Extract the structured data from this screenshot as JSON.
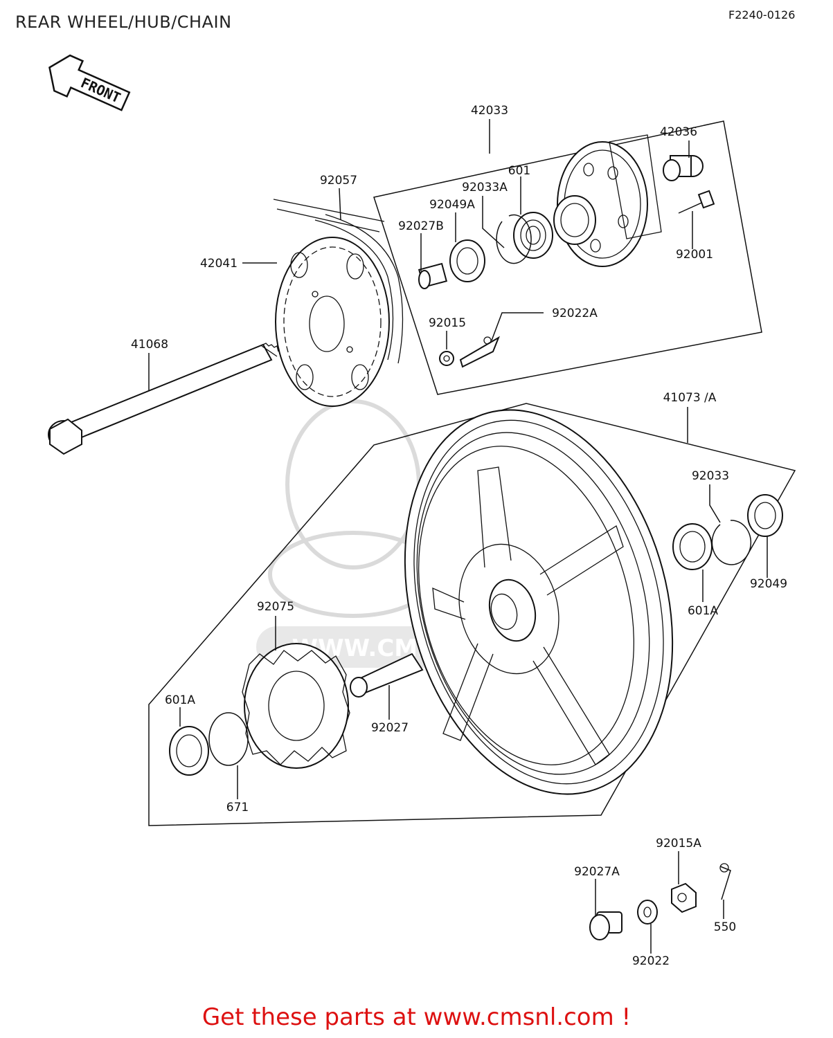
{
  "header": {
    "title": "REAR WHEEL/HUB/CHAIN",
    "figure_code": "F2240-0126"
  },
  "front_arrow": "FRONT",
  "parts": [
    {
      "id": "42033",
      "label": "42033"
    },
    {
      "id": "42036",
      "label": "42036"
    },
    {
      "id": "601",
      "label": "601"
    },
    {
      "id": "92033A",
      "label": "92033A"
    },
    {
      "id": "92057",
      "label": "92057"
    },
    {
      "id": "92049A",
      "label": "92049A"
    },
    {
      "id": "92027B",
      "label": "92027B"
    },
    {
      "id": "92001",
      "label": "92001"
    },
    {
      "id": "42041",
      "label": "42041"
    },
    {
      "id": "92015",
      "label": "92015"
    },
    {
      "id": "92022A",
      "label": "92022A"
    },
    {
      "id": "41068",
      "label": "41068"
    },
    {
      "id": "41073A",
      "label": "41073 /A"
    },
    {
      "id": "92033",
      "label": "92033"
    },
    {
      "id": "92049",
      "label": "92049"
    },
    {
      "id": "601A-right",
      "label": "601A"
    },
    {
      "id": "92075",
      "label": "92075"
    },
    {
      "id": "601A-left",
      "label": "601A"
    },
    {
      "id": "92027",
      "label": "92027"
    },
    {
      "id": "671",
      "label": "671"
    },
    {
      "id": "92015A",
      "label": "92015A"
    },
    {
      "id": "92027A",
      "label": "92027A"
    },
    {
      "id": "550",
      "label": "550"
    },
    {
      "id": "92022",
      "label": "92022"
    }
  ],
  "watermark": "WWW.CMSNL.COM",
  "footer": {
    "link_text": "Get these parts at www.cmsnl.com !"
  },
  "colors": {
    "line": "#111111",
    "link": "#dd1111",
    "watermark": "#d7d7d7"
  }
}
